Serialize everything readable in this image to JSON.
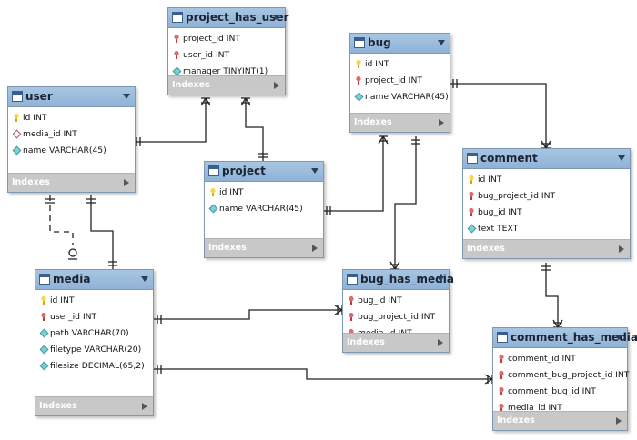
{
  "diagram": {
    "footer_label": "Indexes",
    "tables": [
      {
        "key": "project_has_user",
        "name": "project_has_user",
        "columns": [
          {
            "name": "project_id INT",
            "icon": "fk"
          },
          {
            "name": "user_id INT",
            "icon": "fk"
          },
          {
            "name": "manager TINYINT(1)",
            "icon": "col"
          }
        ]
      },
      {
        "key": "bug",
        "name": "bug",
        "columns": [
          {
            "name": "id INT",
            "icon": "pk"
          },
          {
            "name": "project_id INT",
            "icon": "fk"
          },
          {
            "name": "name VARCHAR(45)",
            "icon": "col"
          }
        ]
      },
      {
        "key": "user",
        "name": "user",
        "columns": [
          {
            "name": "id INT",
            "icon": "pk"
          },
          {
            "name": "media_id INT",
            "icon": "ncol"
          },
          {
            "name": "name VARCHAR(45)",
            "icon": "col"
          }
        ]
      },
      {
        "key": "project",
        "name": "project",
        "columns": [
          {
            "name": "id INT",
            "icon": "pk"
          },
          {
            "name": "name VARCHAR(45)",
            "icon": "col"
          }
        ]
      },
      {
        "key": "comment",
        "name": "comment",
        "columns": [
          {
            "name": "id INT",
            "icon": "pk"
          },
          {
            "name": "bug_project_id INT",
            "icon": "fk"
          },
          {
            "name": "bug_id INT",
            "icon": "fk"
          },
          {
            "name": "text TEXT",
            "icon": "col"
          }
        ]
      },
      {
        "key": "media",
        "name": "media",
        "columns": [
          {
            "name": "id INT",
            "icon": "pk"
          },
          {
            "name": "user_id INT",
            "icon": "fk"
          },
          {
            "name": "path VARCHAR(70)",
            "icon": "col"
          },
          {
            "name": "filetype VARCHAR(20)",
            "icon": "col"
          },
          {
            "name": "filesize DECIMAL(65,2)",
            "icon": "col"
          }
        ]
      },
      {
        "key": "bug_has_media",
        "name": "bug_has_media",
        "columns": [
          {
            "name": "bug_id INT",
            "icon": "fk"
          },
          {
            "name": "bug_project_id INT",
            "icon": "fk"
          },
          {
            "name": "media_id INT",
            "icon": "fk"
          }
        ]
      },
      {
        "key": "comment_has_media",
        "name": "comment_has_media",
        "columns": [
          {
            "name": "comment_id INT",
            "icon": "fk"
          },
          {
            "name": "comment_bug_project_id INT",
            "icon": "fk"
          },
          {
            "name": "comment_bug_id INT",
            "icon": "fk"
          },
          {
            "name": "media_id INT",
            "icon": "fk"
          }
        ]
      }
    ],
    "relationships": [
      {
        "from": "user",
        "to": "project_has_user",
        "style": "solid"
      },
      {
        "from": "project",
        "to": "project_has_user",
        "style": "solid"
      },
      {
        "from": "project",
        "to": "bug",
        "style": "solid"
      },
      {
        "from": "bug",
        "to": "comment",
        "style": "solid"
      },
      {
        "from": "bug",
        "to": "bug_has_media",
        "style": "solid"
      },
      {
        "from": "user",
        "to": "media",
        "style": "solid"
      },
      {
        "from": "media",
        "to": "user",
        "style": "dashed"
      },
      {
        "from": "media",
        "to": "bug_has_media",
        "style": "solid"
      },
      {
        "from": "comment",
        "to": "comment_has_media",
        "style": "solid"
      },
      {
        "from": "media",
        "to": "comment_has_media",
        "style": "solid"
      }
    ]
  }
}
